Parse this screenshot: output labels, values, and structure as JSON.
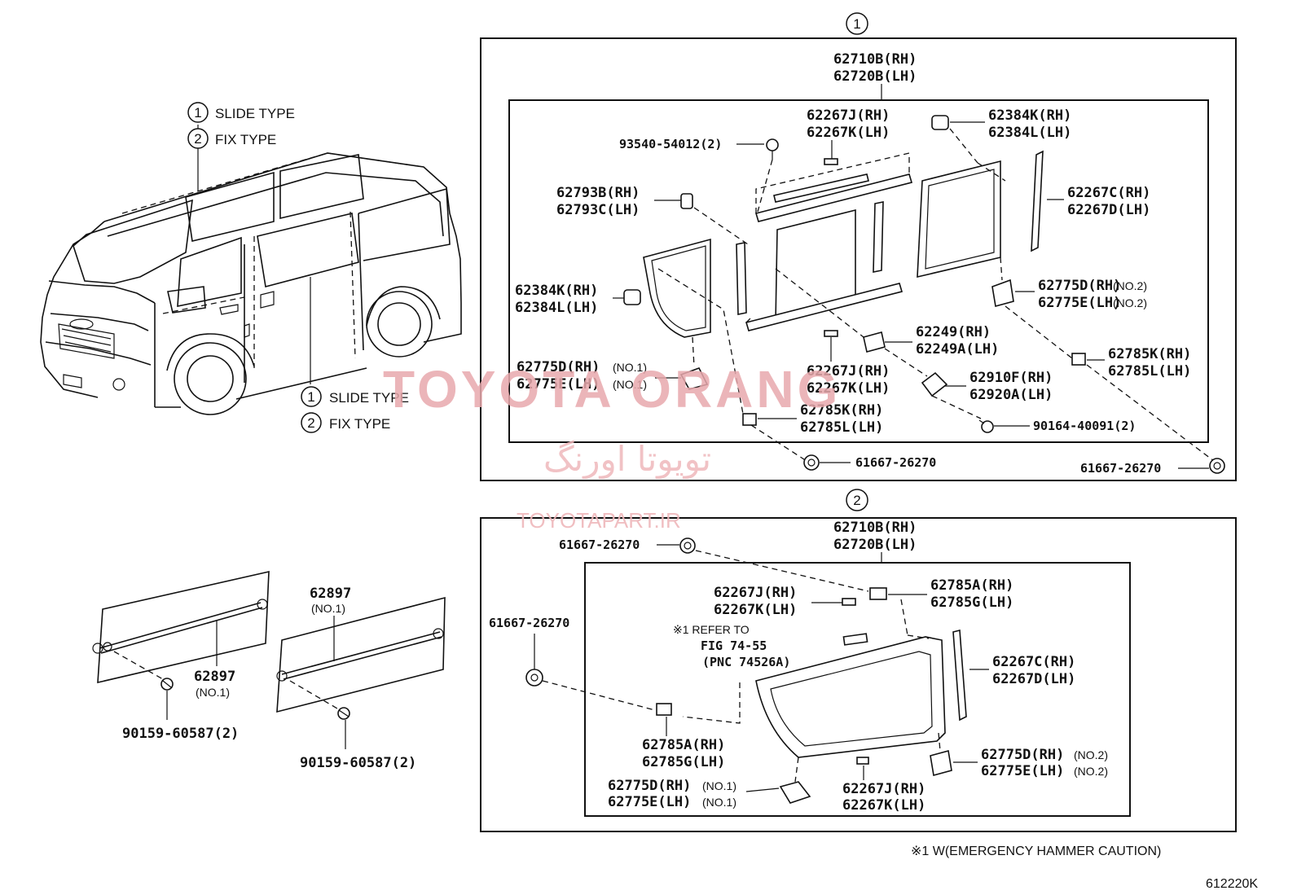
{
  "legend": {
    "item1_number": "1",
    "item1_label": "SLIDE TYPE",
    "item2_number": "2",
    "item2_label": "FIX TYPE"
  },
  "watermark": {
    "brand": "TOYOTA ORANG",
    "persian": "تویوتا اورنگ",
    "site": "TOYOTAPART.IR"
  },
  "section1": {
    "number": "1",
    "glass_rh": "62710B(RH)",
    "glass_lh": "62720B(LH)",
    "screw_top": "93540-54012(2)",
    "seal_j": "62267J(RH)",
    "seal_k": "62267K(LH)",
    "hinge_k": "62384K(RH)",
    "hinge_l": "62384L(LH)",
    "stop_b": "62793B(RH)",
    "stop_c": "62793C(LH)",
    "weather_c": "62267C(RH)",
    "weather_d": "62267D(LH)",
    "hinge_left_k": "62384K(RH)",
    "hinge_left_l": "62384L(LH)",
    "cushion_d2": "62775D(RH)",
    "cushion_d2_note": "(NO.2)",
    "cushion_e2": "62775E(LH)",
    "cushion_e2_note": "(NO.2)",
    "clip_right_k": "62785K(RH)",
    "clip_right_l": "62785L(LH)",
    "lock_rh": "62249(RH)",
    "lock_lh": "62249A(LH)",
    "cushion_d1": "62775D(RH)",
    "cushion_d1_note": "(NO.1)",
    "cushion_e1": "62775E(LH)",
    "cushion_e1_note": "(NO.1)",
    "seal_mid_j": "62267J(RH)",
    "seal_mid_k": "62267K(LH)",
    "latch_f": "62910F(RH)",
    "latch_a": "62920A(LH)",
    "clip_mid_k": "62785K(RH)",
    "clip_mid_l": "62785L(LH)",
    "screw_bottom": "90164-40091(2)",
    "grommet_left": "61667-26270",
    "grommet_right": "61667-26270"
  },
  "section2": {
    "number": "2",
    "glass_rh": "62710B(RH)",
    "glass_lh": "62720B(LH)",
    "grommet_top": "61667-26270",
    "grommet_left": "61667-26270",
    "seal_j": "62267J(RH)",
    "seal_k": "62267K(LH)",
    "clip_a": "62785A(RH)",
    "clip_g": "62785G(LH)",
    "refer_line1": "※1 REFER TO",
    "refer_line2": "FIG 74-55",
    "refer_line3": "(PNC 74526A)",
    "weather_c": "62267C(RH)",
    "weather_d": "62267D(LH)",
    "clip_low_a": "62785A(RH)",
    "clip_low_g": "62785G(LH)",
    "cushion_d2": "62775D(RH)",
    "cushion_d2_note": "(NO.2)",
    "cushion_e2": "62775E(LH)",
    "cushion_e2_note": "(NO.2)",
    "cushion_d1": "62775D(RH)",
    "cushion_d1_note": "(NO.1)",
    "cushion_e1": "62775E(LH)",
    "cushion_e1_note": "(NO.1)",
    "seal_low_j": "62267J(RH)",
    "seal_low_k": "62267K(LH)"
  },
  "bars": {
    "bar_left_pn": "62897",
    "bar_left_note": "(NO.1)",
    "bolt_left": "90159-60587(2)",
    "bar_right_pn": "62897",
    "bar_right_note": "(NO.1)",
    "bolt_right": "90159-60587(2)"
  },
  "footer": {
    "note": "※1 W(EMERGENCY HAMMER CAUTION)",
    "code": "612220K"
  }
}
